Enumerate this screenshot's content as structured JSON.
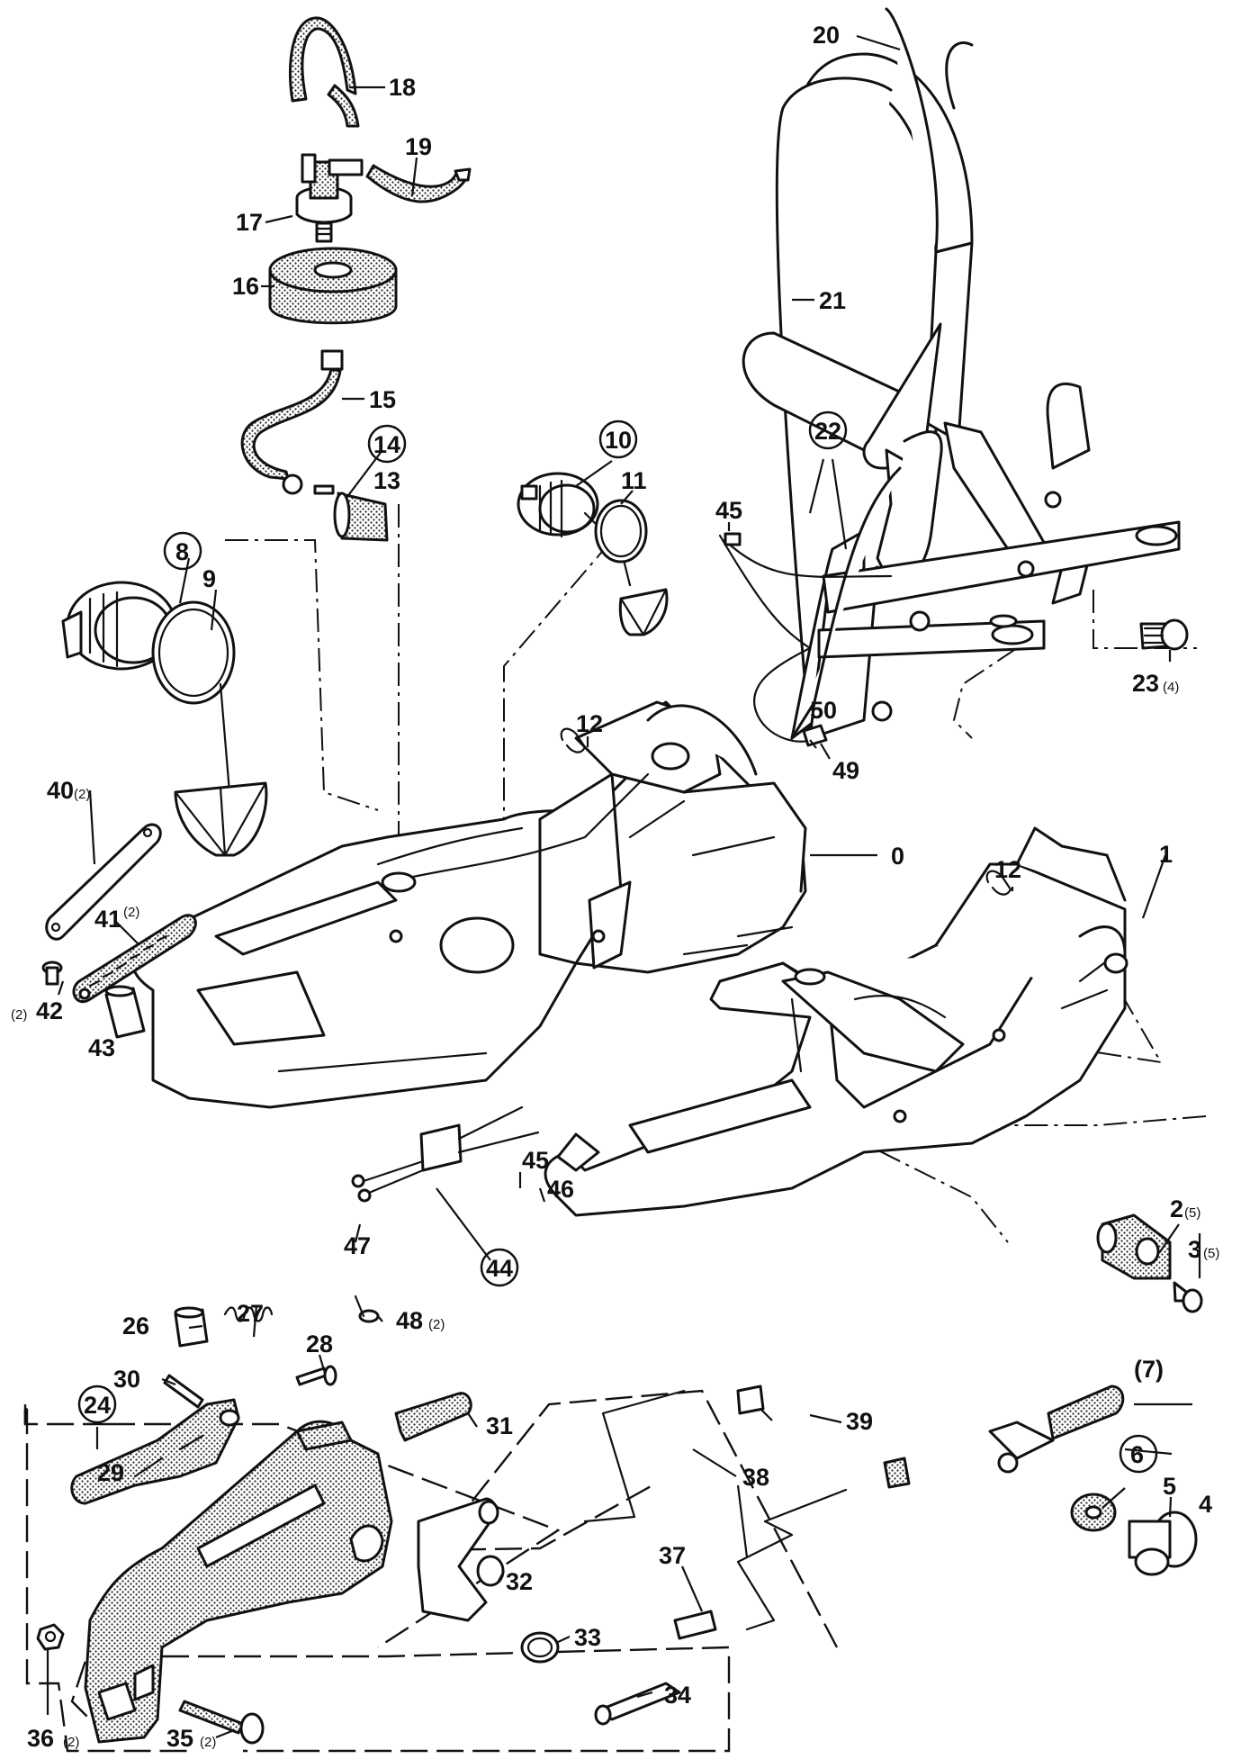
{
  "callouts": [
    {
      "id": "c20",
      "num": "20"
    },
    {
      "id": "c18",
      "num": "18"
    },
    {
      "id": "c19",
      "num": "19"
    },
    {
      "id": "c17",
      "num": "17"
    },
    {
      "id": "c16",
      "num": "16"
    },
    {
      "id": "c21",
      "num": "21"
    },
    {
      "id": "c15",
      "num": "15"
    },
    {
      "id": "c14",
      "num": "14",
      "circled": true
    },
    {
      "id": "c13",
      "num": "13"
    },
    {
      "id": "c10",
      "num": "10",
      "circled": true
    },
    {
      "id": "c11",
      "num": "11"
    },
    {
      "id": "c22",
      "num": "22",
      "circled": true
    },
    {
      "id": "c45a",
      "num": "45"
    },
    {
      "id": "c8",
      "num": "8",
      "circled": true
    },
    {
      "id": "c9",
      "num": "9"
    },
    {
      "id": "c23",
      "num": "23",
      "qty": "(4)"
    },
    {
      "id": "c12a",
      "num": "12"
    },
    {
      "id": "c50",
      "num": "50"
    },
    {
      "id": "c49",
      "num": "49"
    },
    {
      "id": "c40",
      "num": "40",
      "qty": "(2)"
    },
    {
      "id": "c0",
      "num": "0"
    },
    {
      "id": "c12b",
      "num": "12"
    },
    {
      "id": "c1",
      "num": "1"
    },
    {
      "id": "c41",
      "num": "41",
      "qty": "(2)"
    },
    {
      "id": "c42",
      "num": "42",
      "qty": "(2)"
    },
    {
      "id": "c43",
      "num": "43"
    },
    {
      "id": "c45b",
      "num": "45"
    },
    {
      "id": "c46",
      "num": "46"
    },
    {
      "id": "c2",
      "num": "2",
      "qty": "(5)"
    },
    {
      "id": "c3",
      "num": "3",
      "qty": "(5)"
    },
    {
      "id": "c47",
      "num": "47"
    },
    {
      "id": "c44",
      "num": "44",
      "circled": true
    },
    {
      "id": "c24",
      "num": "24",
      "circled": true
    },
    {
      "id": "c26",
      "num": "26"
    },
    {
      "id": "c27",
      "num": "27"
    },
    {
      "id": "c28",
      "num": "28"
    },
    {
      "id": "c48",
      "num": "48",
      "qty": "(2)"
    },
    {
      "id": "c30",
      "num": "30"
    },
    {
      "id": "c31",
      "num": "31"
    },
    {
      "id": "c7",
      "num": "(7)"
    },
    {
      "id": "c39",
      "num": "39"
    },
    {
      "id": "c29",
      "num": "29"
    },
    {
      "id": "c38",
      "num": "38"
    },
    {
      "id": "c6",
      "num": "6",
      "circled": true
    },
    {
      "id": "c5",
      "num": "5"
    },
    {
      "id": "c4",
      "num": "4"
    },
    {
      "id": "c37",
      "num": "37"
    },
    {
      "id": "c32",
      "num": "32"
    },
    {
      "id": "c33",
      "num": "33"
    },
    {
      "id": "c34",
      "num": "34"
    },
    {
      "id": "c36",
      "num": "36",
      "qty": "(2)"
    },
    {
      "id": "c35",
      "num": "35",
      "qty": "(2)"
    }
  ]
}
